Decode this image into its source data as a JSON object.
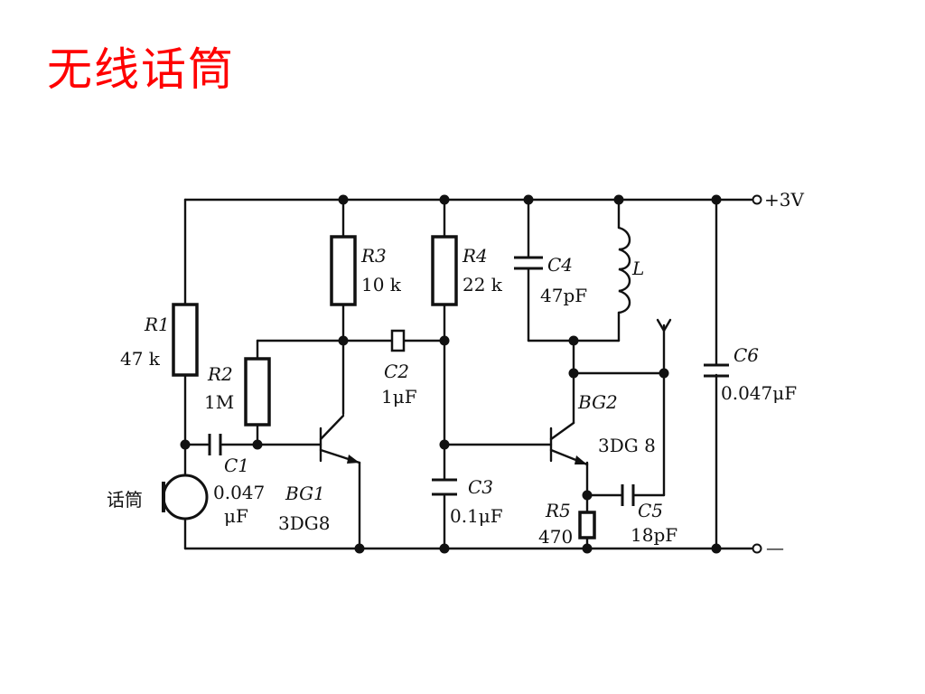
{
  "title": "无线话筒",
  "components": {
    "r1": {
      "name": "R1",
      "value": "47 k"
    },
    "r2": {
      "name": "R2",
      "value": "1M"
    },
    "r3": {
      "name": "R3",
      "value": "10 k"
    },
    "r4": {
      "name": "R4",
      "value": "22 k"
    },
    "r5": {
      "name": "R5",
      "value": "470"
    },
    "c1": {
      "name": "C1",
      "value1": "0.047",
      "value2": "μF"
    },
    "c2": {
      "name": "C2",
      "value": "1μF"
    },
    "c3": {
      "name": "C3",
      "value": "0.1μF"
    },
    "c4": {
      "name": "C4",
      "value": "47pF"
    },
    "c5": {
      "name": "C5",
      "value": "18pF"
    },
    "c6": {
      "name": "C6",
      "value": "0.047μF"
    },
    "l": {
      "name": "L"
    },
    "bg1": {
      "name": "BG1",
      "model": "3DG8"
    },
    "bg2": {
      "name": "BG2",
      "model": "3DG 8"
    },
    "mic": {
      "label": "话筒"
    }
  },
  "supply": {
    "positive": "+3V",
    "negative": "—"
  }
}
